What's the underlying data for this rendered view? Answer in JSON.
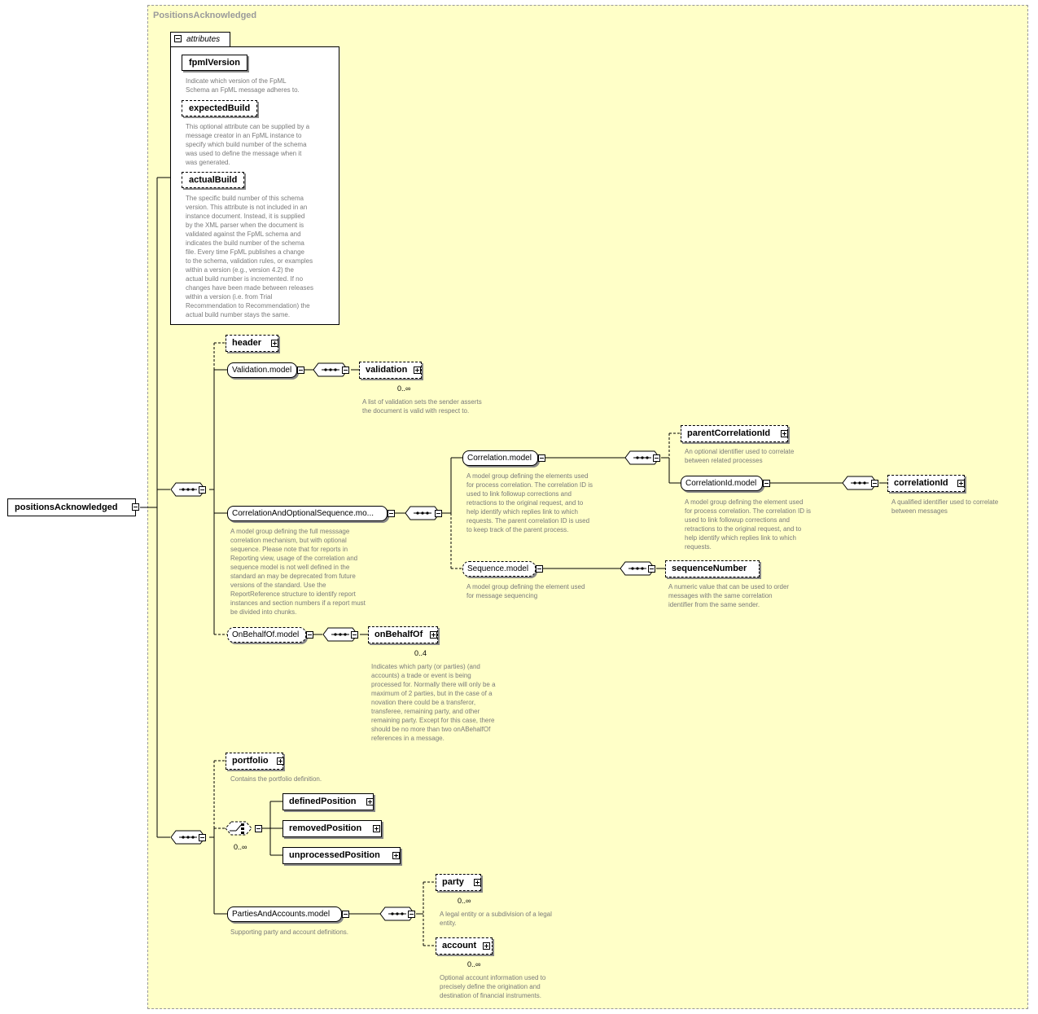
{
  "panel": {
    "title": "PositionsAcknowledged"
  },
  "root": {
    "label": "positionsAcknowledged"
  },
  "attributes": {
    "tab_label": "attributes",
    "items": [
      {
        "name": "fpmlVersion",
        "doc": "Indicate which version of the FpML\nSchema an FpML message adheres to."
      },
      {
        "name": "expectedBuild",
        "doc": "This optional attribute can be supplied by a\nmessage creator in an FpML instance to\nspecify which build number of the schema\nwas used to define the message when it\nwas generated."
      },
      {
        "name": "actualBuild",
        "doc": "The specific build number of this schema\nversion. This attribute is not included in an\ninstance document. Instead, it is supplied\nby the XML parser when the document is\nvalidated against the FpML schema and\nindicates the build number of the schema\nfile. Every time FpML publishes a change\nto the schema, validation rules, or examples\nwithin a version (e.g., version 4.2) the\nactual build number is incremented. If no\nchanges have been made between releases\nwithin a version (i.e. from Trial\nRecommendation to Recommendation) the\nactual build number stays the same."
      }
    ]
  },
  "nodes": {
    "header": {
      "label": "header"
    },
    "validation_model": {
      "label": "Validation.model"
    },
    "validation": {
      "label": "validation",
      "card": "0..∞",
      "doc": "A list of validation sets the sender asserts\nthe document is valid with respect to."
    },
    "corr_opt_seq": {
      "label": "CorrelationAndOptionalSequence.mo...",
      "doc": "A model group defining the full messsage\ncorrelation mechanism, but with optional\nsequence. Please note that for reports in\nReporting view, usage of the correlation and\nsequence model is not well defined in the\nstandard an may be deprecated from future\nversions of the standard. Use the\nReportReference structure to identify report\ninstances and section numbers if a report must\nbe divided into chunks."
    },
    "correlation_model": {
      "label": "Correlation.model",
      "doc": "A model group defining the elements used\nfor process correlation. The correlation ID is\nused to link followup corrections and\nretractions to the original request, and to\nhelp identify which replies link to which\nrequests. The parent correlation ID is used\nto keep track of the parent process."
    },
    "parent_correlation_id": {
      "label": "parentCorrelationId",
      "doc": "An optional identifier used to correlate\nbetween related processes"
    },
    "correlation_id_model": {
      "label": "CorrelationId.model",
      "doc": "A model group defining the element used\nfor process correlation. The correlation ID is\nused to link followup corrections and\nretractions to the original request, and to\nhelp identify which replies link to which\nrequests."
    },
    "correlation_id": {
      "label": "correlationId",
      "doc": "A qualified identifier used to correlate\nbetween messages"
    },
    "sequence_model": {
      "label": "Sequence.model",
      "doc": "A model group defining the element used\nfor message sequencing"
    },
    "sequence_number": {
      "label": "sequenceNumber",
      "doc": "A numeric value that can be used to order\nmessages with the same correlation\nidentifier from the same sender."
    },
    "on_behalf_of_model": {
      "label": "OnBehalfOf.model"
    },
    "on_behalf_of": {
      "label": "onBehalfOf",
      "card": "0..4",
      "doc": "Indicates which party (or parties) (and\naccounts) a trade or event is being\nprocessed for. Normally there will only be a\nmaximum of 2 parties, but in the case of a\nnovation there could be a transferor,\ntransferee, remaining party, and other\nremaining party. Except for this case, there\nshould be no more than two onABehalfOf\nreferences in a message."
    },
    "portfolio": {
      "label": "portfolio",
      "doc": "Contains the portfolio definition."
    },
    "choice": {
      "card": "0..∞"
    },
    "defined_position": {
      "label": "definedPosition"
    },
    "removed_position": {
      "label": "removedPosition"
    },
    "unprocessed_position": {
      "label": "unprocessedPosition"
    },
    "parties_accounts_model": {
      "label": "PartiesAndAccounts.model",
      "doc": "Supporting party and account definitions."
    },
    "party": {
      "label": "party",
      "card": "0..∞",
      "doc": "A legal entity or a subdivision of a legal\nentity."
    },
    "account": {
      "label": "account",
      "card": "0..∞",
      "doc": "Optional account information used to\nprecisely define the origination and\ndestination of financial instruments."
    }
  }
}
